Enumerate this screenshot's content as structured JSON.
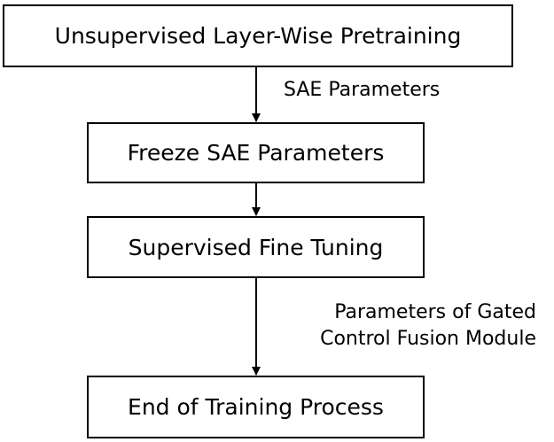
{
  "flowchart": {
    "steps": [
      "Unsupervised Layer-Wise Pretraining",
      "Freeze SAE Parameters",
      "Supervised Fine Tuning",
      "End of Training Process"
    ],
    "edge_labels": {
      "step1_to_step2": "SAE Parameters",
      "step3_to_step4_line1": "Parameters of Gated",
      "step3_to_step4_line2": "Control Fusion Module"
    },
    "colors": {
      "stroke": "#000000",
      "background": "#ffffff",
      "text": "#000000"
    }
  }
}
